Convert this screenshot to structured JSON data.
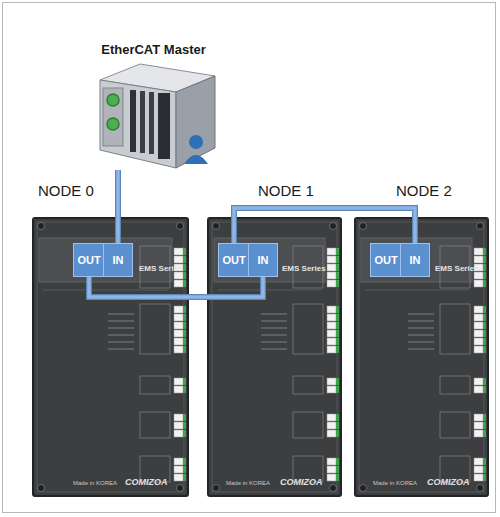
{
  "diagram": {
    "nodes": [
      {
        "text": [
          "EtherCAT Master"
        ]
      },
      {
        "text": [
          "NODE 0"
        ]
      },
      {
        "text": [
          "OUT"
        ],
        "in": 1
      },
      {
        "text": [
          "IN"
        ],
        "in": 1
      },
      {
        "text": [
          "NODE 1"
        ]
      },
      {
        "text": [
          "OUT"
        ],
        "in": 4
      },
      {
        "text": [
          "IN"
        ],
        "in": 4
      },
      {
        "text": [
          "NODE 2"
        ]
      },
      {
        "text": [
          "OUT"
        ],
        "in": 7
      },
      {
        "text": [
          "IN"
        ],
        "in": 7
      }
    ],
    "edges": [
      {
        "from": 0,
        "to": 3,
        "arrow": "none"
      },
      {
        "from": 2,
        "to": 6,
        "arrow": "none"
      },
      {
        "from": 5,
        "to": 9,
        "arrow": "none"
      }
    ],
    "labels": [
      "EMS Series",
      "EMS Series",
      "EMS Series",
      "Made in KOREA",
      "Made in KOREA",
      "Made in KOREA",
      "COMIZOA",
      "COMIZOA",
      "COMIZOA"
    ]
  }
}
